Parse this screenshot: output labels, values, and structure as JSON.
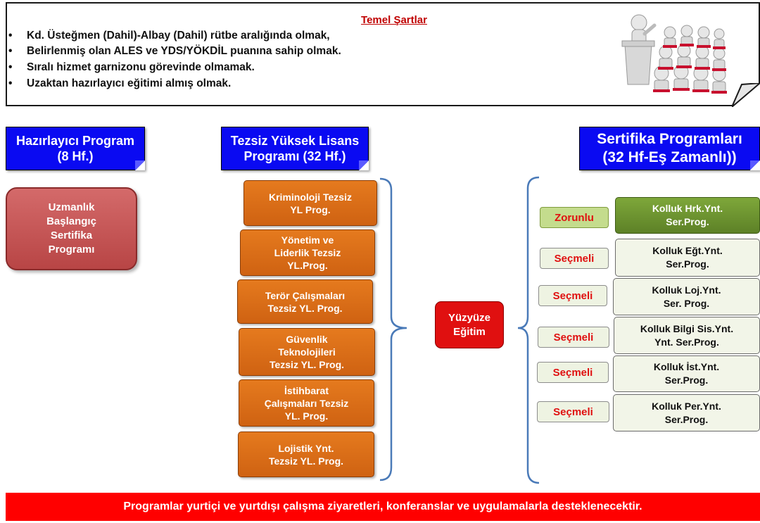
{
  "requirements": {
    "title": "Temel Şartlar",
    "items": [
      "Kd. Üsteğmen (Dahil)-Albay (Dahil) rütbe aralığında olmak,",
      "Belirlenmiş olan ALES ve YDS/YÖKDİL puanına sahip olmak.",
      "Sıralı hizmet garnizonu görevinde olmamak.",
      "Uzaktan hazırlayıcı eğitimi almış olmak."
    ]
  },
  "headers": {
    "prep": {
      "line1": "Hazırlayıcı Program",
      "line2": "(8 Hf.)"
    },
    "masters": {
      "line1": "Tezsiz Yüksek Lisans",
      "line2": "Programı (32 Hf.)"
    },
    "cert": {
      "line1": "Sertifika Programları",
      "line2": "(32 Hf-Eş Zamanlı))"
    }
  },
  "prep_box": {
    "lines": [
      "Uzmanlık",
      "Başlangıç",
      "Sertifika",
      "Programı"
    ]
  },
  "programs": [
    {
      "lines": [
        "Kriminoloji Tezsiz",
        "YL Prog."
      ]
    },
    {
      "lines": [
        "Yönetim ve",
        "Liderlik Tezsiz",
        "YL.Prog."
      ]
    },
    {
      "lines": [
        "Terör Çalışmaları",
        "Tezsiz YL.  Prog."
      ]
    },
    {
      "lines": [
        "Güvenlik",
        "Teknolojileri",
        "Tezsiz YL.  Prog."
      ]
    },
    {
      "lines": [
        "İstihbarat",
        "Çalışmaları Tezsiz",
        "YL.  Prog."
      ]
    },
    {
      "lines": [
        "Lojistik Ynt.",
        "Tezsiz YL.  Prog."
      ]
    }
  ],
  "face_to_face": {
    "lines": [
      "Yüzyüze",
      "Eğitim"
    ]
  },
  "certificates": [
    {
      "tag": "Zorunlu",
      "lines": [
        "Kolluk  Hrk.Ynt.",
        "Ser.Prog."
      ],
      "mandatory": true
    },
    {
      "tag": "Seçmeli",
      "lines": [
        "Kolluk Eğt.Ynt.",
        "Ser.Prog."
      ],
      "mandatory": false
    },
    {
      "tag": "Seçmeli",
      "lines": [
        "Kolluk Loj.Ynt.",
        "Ser. Prog."
      ],
      "mandatory": false
    },
    {
      "tag": "Seçmeli",
      "lines": [
        "Kolluk Bilgi Sis.Ynt.",
        "Ynt. Ser.Prog."
      ],
      "mandatory": false
    },
    {
      "tag": "Seçmeli",
      "lines": [
        "Kolluk İst.Ynt.",
        "Ser.Prog."
      ],
      "mandatory": false
    },
    {
      "tag": "Seçmeli",
      "lines": [
        "Kolluk Per.Ynt.",
        "Ser.Prog."
      ],
      "mandatory": false
    }
  ],
  "footer": {
    "text": "Programlar yurtiçi ve yurtdışı çalışma ziyaretleri, konferanslar ve uygulamalarla desteklenecektir."
  },
  "colors": {
    "header_blue": "#0a0af2",
    "program_orange": "#e07018",
    "banner_red": "#ff0000",
    "mandatory_green": "#6e9531",
    "tag_red_text": "#e01010"
  },
  "icons": [
    "meeting-illustration",
    "bullet-dot"
  ]
}
